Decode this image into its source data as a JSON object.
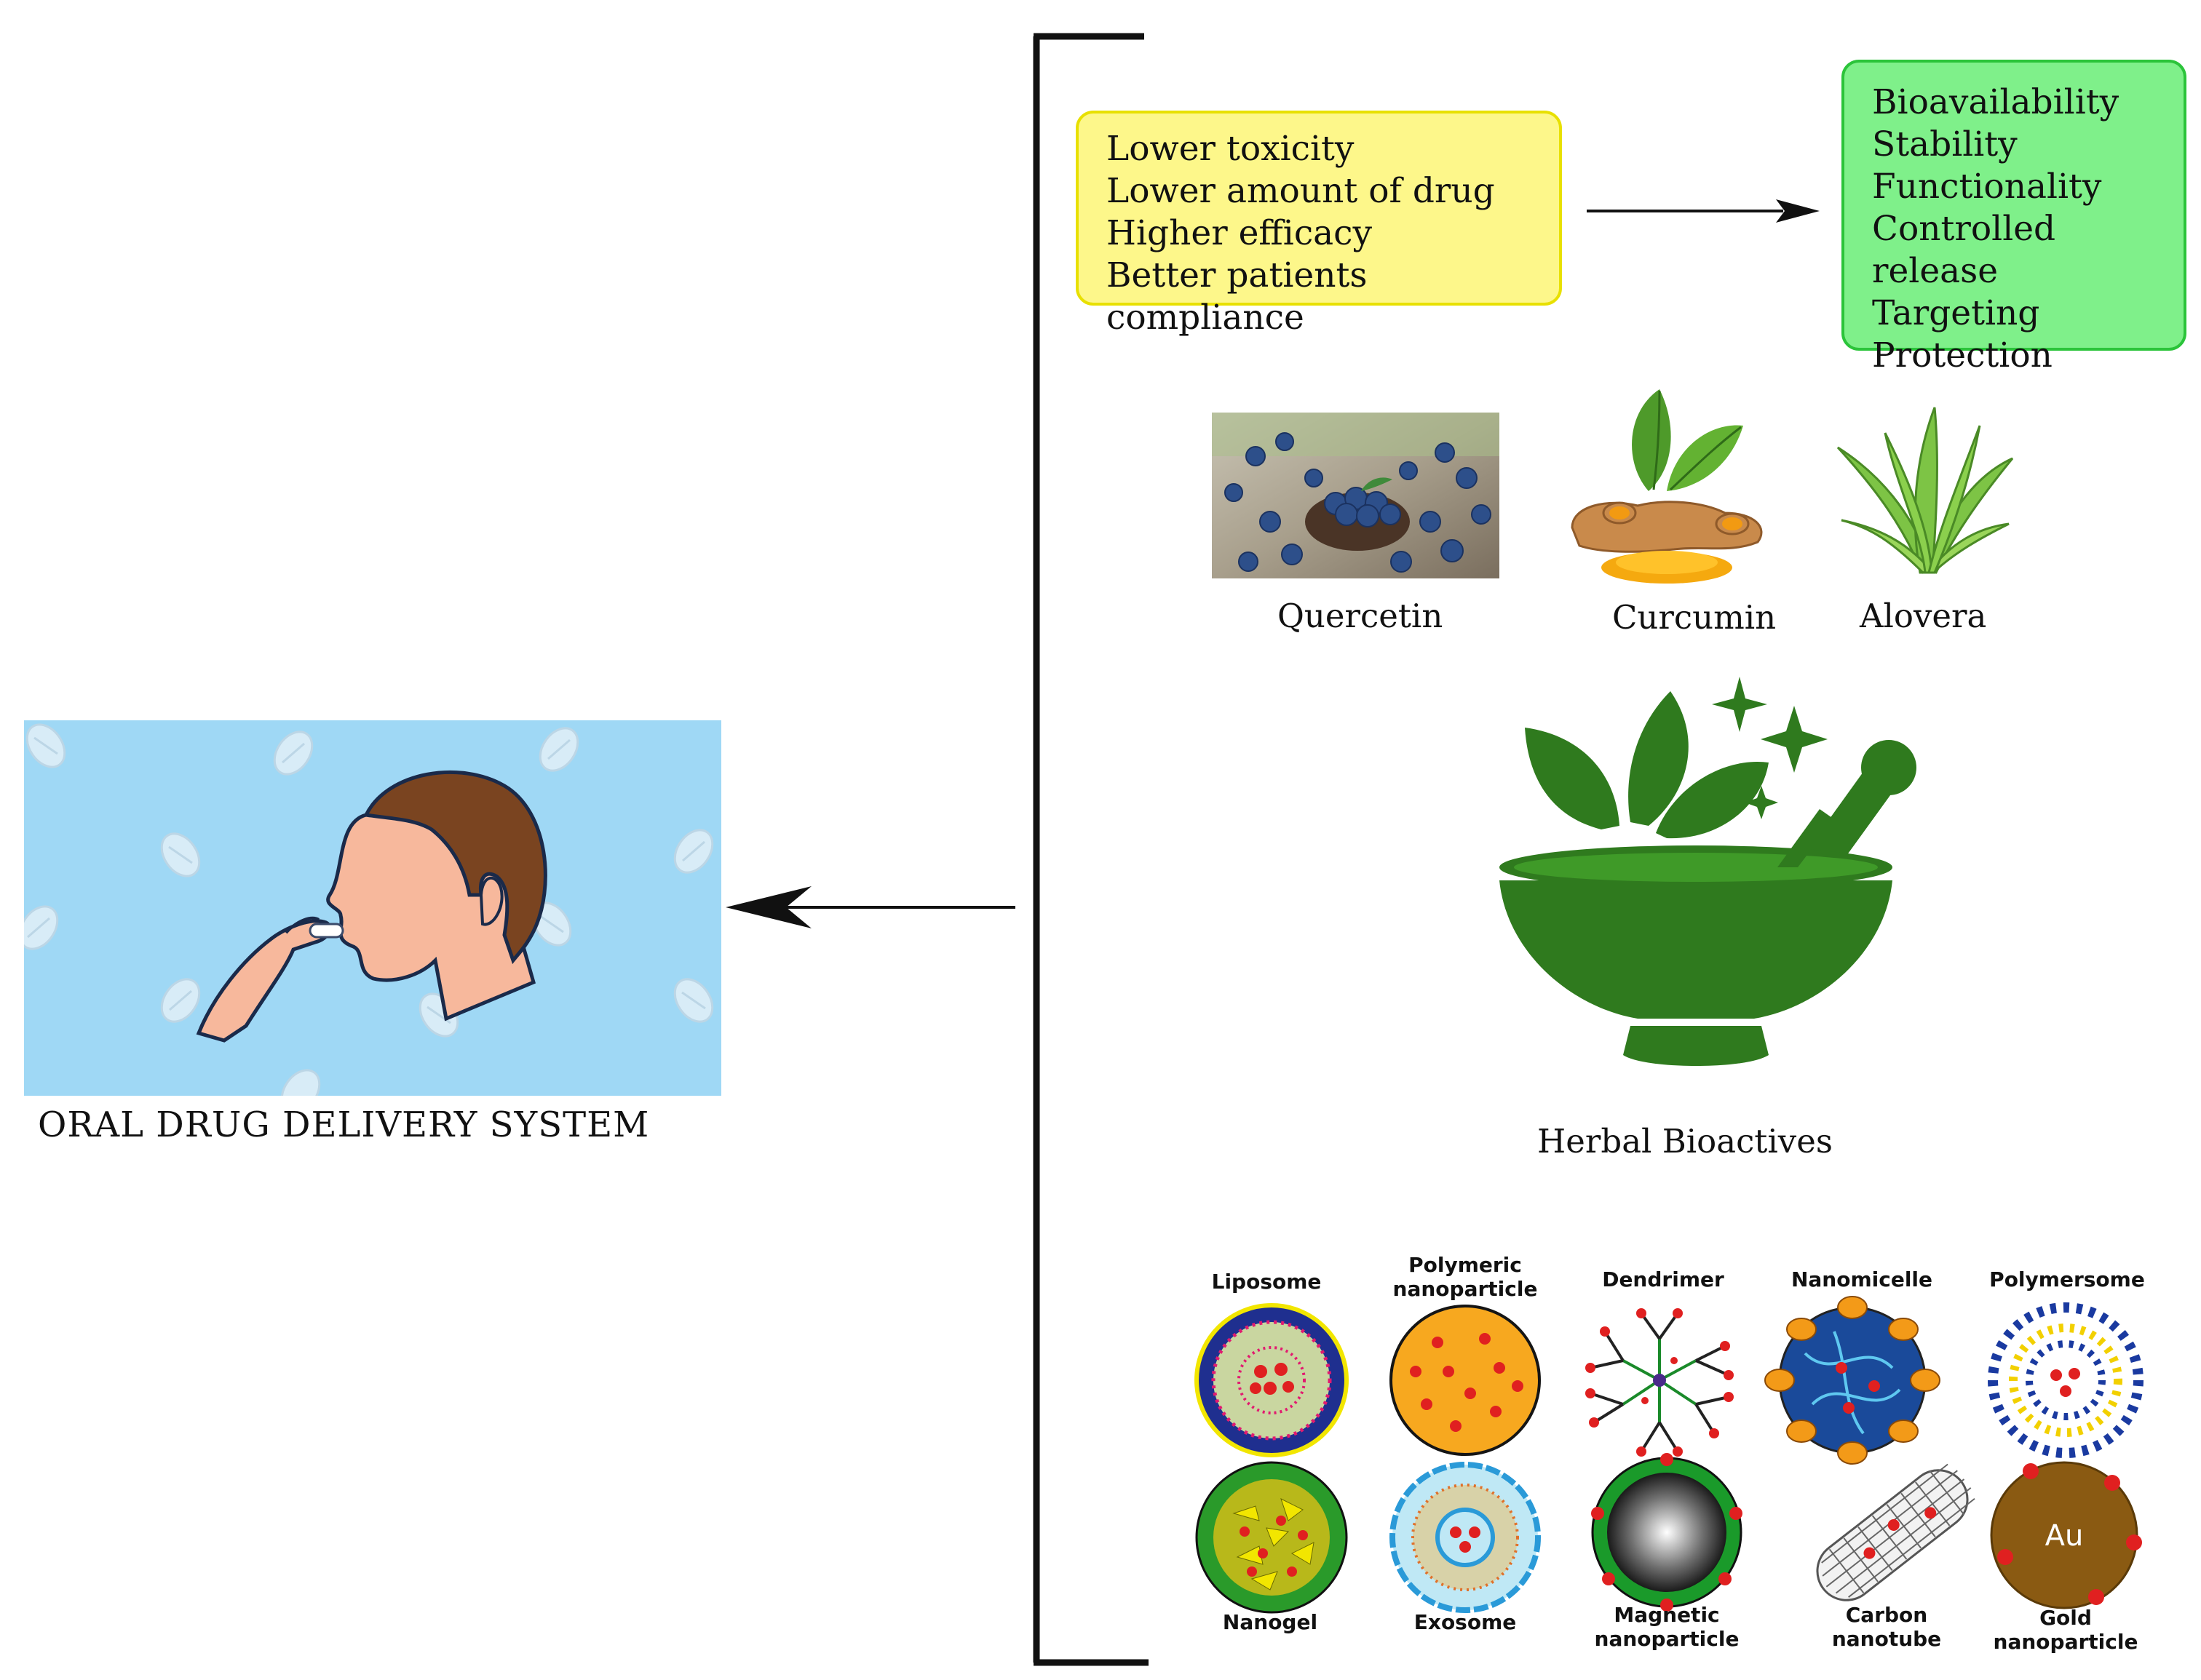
{
  "oral_system": {
    "label": "ORAL DRUG DELIVERY SYSTEM"
  },
  "advantages": {
    "items": [
      "Lower toxicity",
      "Lower amount of drug",
      "Higher efficacy",
      "Better patients compliance"
    ]
  },
  "improvements": {
    "items": [
      "Bioavailability",
      "Stability",
      "Functionality",
      "Controlled release",
      "Targeting",
      "Protection"
    ]
  },
  "herbs": {
    "items": [
      "Quercetin",
      "Curcumin",
      "Alovera"
    ],
    "group_label": "Herbal Bioactives"
  },
  "nanocarriers": {
    "top_row": [
      {
        "line1": "Liposome",
        "line2": ""
      },
      {
        "line1": "Polymeric",
        "line2": "nanoparticle"
      },
      {
        "line1": "Dendrimer",
        "line2": ""
      },
      {
        "line1": "Nanomicelle",
        "line2": ""
      },
      {
        "line1": "Polymersome",
        "line2": ""
      }
    ],
    "bottom_row": [
      {
        "line1": "Nanogel",
        "line2": ""
      },
      {
        "line1": "Exosome",
        "line2": ""
      },
      {
        "line1": "Magnetic",
        "line2": "nanoparticle"
      },
      {
        "line1": "Carbon",
        "line2": "nanotube"
      },
      {
        "line1": "Gold",
        "line2": "nanoparticle"
      }
    ],
    "gold_symbol": "Au"
  },
  "colors": {
    "advantage_box": "#fdf78a",
    "improvement_box": "#7ff08a",
    "herbal_green": "#2f7a1e",
    "oral_background": "#9fd8f5"
  }
}
